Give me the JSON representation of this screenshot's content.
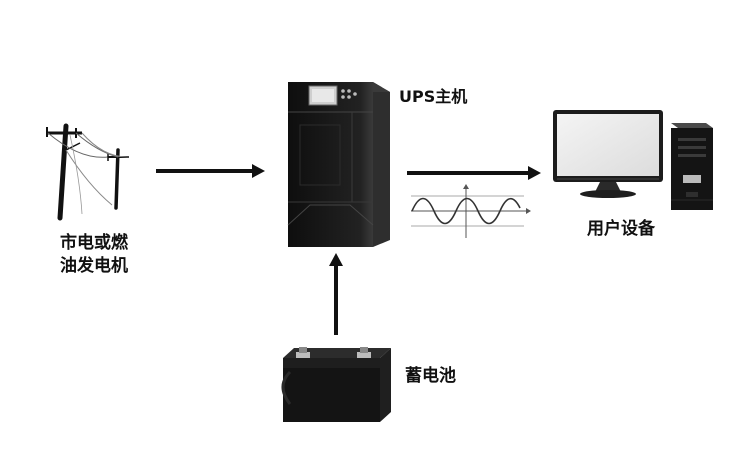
{
  "labels": {
    "power_source_line1": "市电或燃",
    "power_source_line2": "油发电机",
    "ups_host": "UPS主机",
    "user_equipment": "用户设备",
    "battery": "蓄电池"
  },
  "icons": {
    "power_source": "utility-pole-icon",
    "ups": "ups-cabinet-icon",
    "user_equipment": "desktop-computer-icon",
    "battery": "battery-icon",
    "waveform": "sine-wave-icon"
  },
  "colors": {
    "arrow": "#111111",
    "cabinet": "#1a1a1a",
    "background": "#ffffff"
  }
}
